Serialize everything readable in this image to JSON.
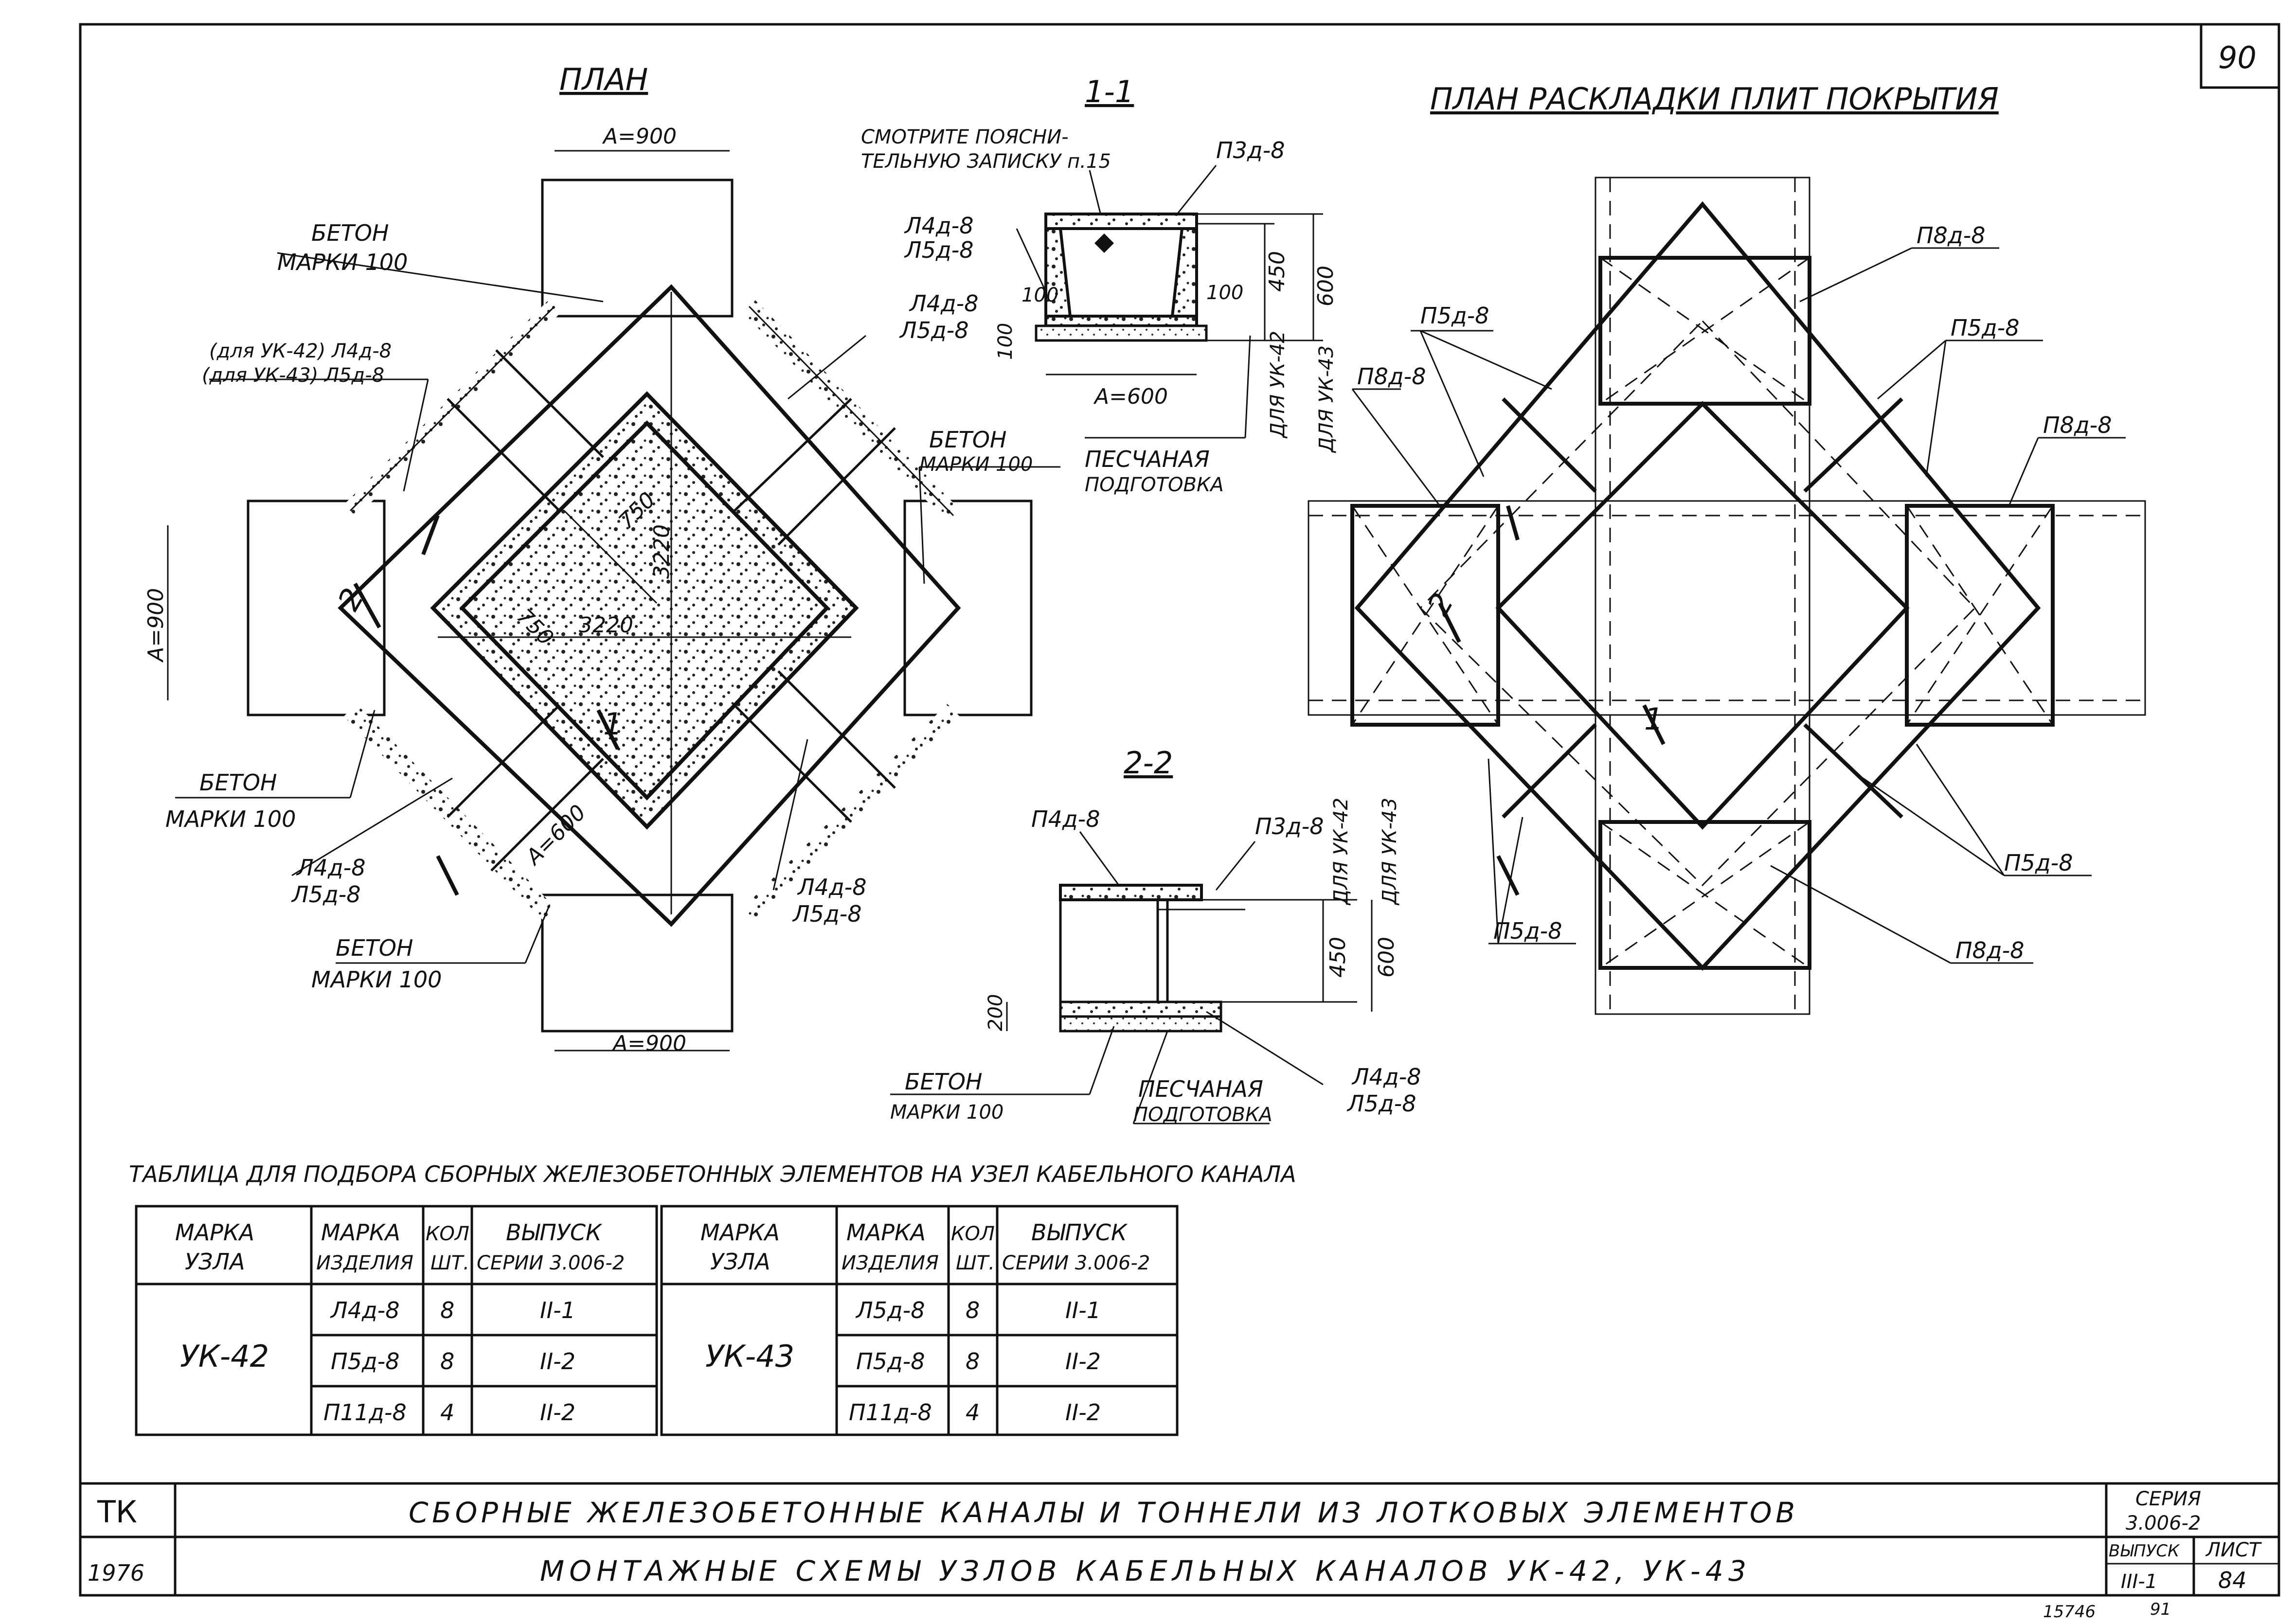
{
  "sheet": {
    "page_no": "90",
    "bottom_a": "15746",
    "bottom_b": "91"
  },
  "plan": {
    "title": "ПЛАН",
    "dim_a_top": "А=900",
    "dim_a_bottom": "А=900",
    "dim_a_left": "А=900",
    "dim_a600": "А=600",
    "dim_750_a": "750",
    "dim_750_b": "750",
    "dim_3220_h": "3220",
    "dim_3220_v": "3220",
    "beton_1_a": "БЕТОН",
    "beton_1_b": "МАРКИ 100",
    "uk42_label": "(для УК-42) Л4д-8",
    "uk43_label": "(для УК-43) Л5д-8",
    "l4_right_a": "Л4д-8",
    "l4_right_b": "Л5д-8",
    "beton_2_a": "БЕТОН",
    "beton_2_b": "МАРКИ 100",
    "beton_3_a": "БЕТОН",
    "beton_3_b": "МАРКИ 100",
    "l4_left_a": "Л4д-8",
    "l4_left_b": "Л5д-8",
    "l4_bot_a": "Л4д-8",
    "l4_bot_b": "Л5д-8",
    "beton_4_a": "БЕТОН",
    "beton_4_b": "МАРКИ 100",
    "sec_1": "1",
    "sec_2": "2"
  },
  "sec11": {
    "title": "1-1",
    "note_a": "СМОТРИТЕ ПОЯСНИ-",
    "note_b": "ТЕЛЬНУЮ ЗАПИСКУ п.15",
    "p3": "П3д-8",
    "l4": "Л4д-8",
    "l5": "Л5д-8",
    "d100a": "100",
    "d100b": "100",
    "d100c": "100",
    "d450": "450",
    "d600": "600",
    "for42": "ДЛЯ УК-42",
    "for43": "ДЛЯ УК-43",
    "a600": "А=600",
    "sand_a": "ПЕСЧАНАЯ",
    "sand_b": "ПОДГОТОВКА"
  },
  "sec22": {
    "title": "2-2",
    "p4": "П4д-8",
    "p3": "П3д-8",
    "for42": "ДЛЯ УК-42",
    "for43": "ДЛЯ УК-43",
    "d450": "450",
    "d600": "600",
    "d200": "200",
    "beton_a": "БЕТОН",
    "beton_b": "МАРКИ 100",
    "sand_a": "ПЕСЧАНАЯ",
    "sand_b": "ПОДГОТОВКА",
    "l4": "Л4д-8",
    "l5": "Л5д-8"
  },
  "layout_plan": {
    "title": "ПЛАН РАСКЛАДКИ ПЛИТ ПОКРЫТИЯ",
    "p8_1": "П8д-8",
    "p5_1": "П5д-8",
    "p5_2": "П5д-8",
    "p8_2": "П8д-8",
    "p8_3": "П8д-8",
    "p5_3": "П5д-8",
    "p5_4": "П5д-8",
    "p8_4": "П8д-8",
    "sec_1": "1",
    "sec_2": "2"
  },
  "table": {
    "caption": "ТАБЛИЦА ДЛЯ ПОДБОРА СБОРНЫХ ЖЕЛЕЗОБЕТОННЫХ ЭЛЕМЕНТОВ НА УЗЕЛ КАБЕЛЬНОГО КАНАЛА",
    "h_node_a": "МАРКА",
    "h_node_b": "УЗЛА",
    "h_item_a": "МАРКА",
    "h_item_b": "ИЗДЕЛИЯ",
    "h_qty_a": "КОЛ.",
    "h_qty_b": "ШТ.",
    "h_rel_a": "ВЫПУСК",
    "h_rel_b": "СЕРИИ 3.006-2",
    "groups": [
      {
        "node": "УК-42",
        "rows": [
          {
            "item": "Л4д-8",
            "qty": "8",
            "rel": "II-1"
          },
          {
            "item": "П5д-8",
            "qty": "8",
            "rel": "II-2"
          },
          {
            "item": "П11д-8",
            "qty": "4",
            "rel": "II-2"
          }
        ]
      },
      {
        "node": "УК-43",
        "rows": [
          {
            "item": "Л5д-8",
            "qty": "8",
            "rel": "II-1"
          },
          {
            "item": "П5д-8",
            "qty": "8",
            "rel": "II-2"
          },
          {
            "item": "П11д-8",
            "qty": "4",
            "rel": "II-2"
          }
        ]
      }
    ]
  },
  "stamp": {
    "org": "ТК",
    "year": "1976",
    "line1": "СБОРНЫЕ ЖЕЛЕЗОБЕТОННЫЕ КАНАЛЫ И ТОННЕЛИ ИЗ ЛОТКОВЫХ ЭЛЕМЕНТОВ",
    "line2": "МОНТАЖНЫЕ СХЕМЫ УЗЛОВ КАБЕЛЬНЫХ КАНАЛОВ УК-42, УК-43",
    "series_label": "СЕРИЯ",
    "series": "3.006-2",
    "issue_label": "ВЫПУСК",
    "issue": "III-1",
    "sheet_label": "ЛИСТ",
    "sheet": "84"
  }
}
